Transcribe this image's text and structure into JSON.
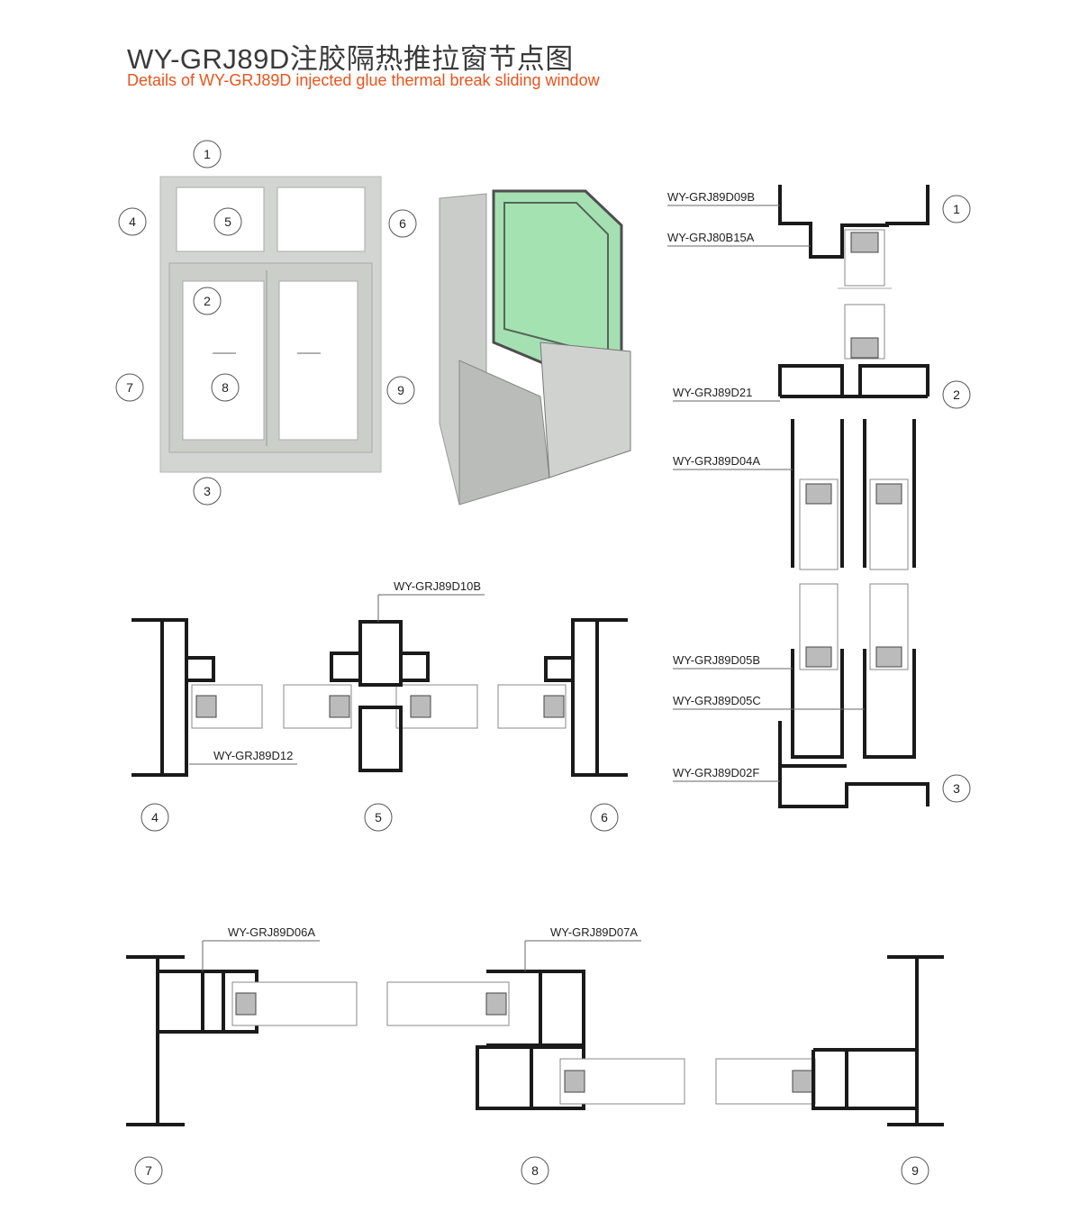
{
  "header": {
    "title": "WY-GRJ89D注胶隔热推拉窗节点图",
    "subtitle": "Details of WY-GRJ89D injected glue thermal break sliding window"
  },
  "colors": {
    "accent": "#e9541c",
    "glass": "#8fd9a0",
    "frame": "#d2d4d2"
  },
  "elevation": {
    "markers": [
      "1",
      "2",
      "3",
      "4",
      "5",
      "6",
      "7",
      "8",
      "9"
    ]
  },
  "vertical_section": {
    "markers": [
      "1",
      "2",
      "3"
    ],
    "labels": [
      "WY-GRJ89D09B",
      "WY-GRJ80B15A",
      "WY-GRJ89D21",
      "WY-GRJ89D04A",
      "WY-GRJ89D05B",
      "WY-GRJ89D05C",
      "WY-GRJ89D02F"
    ]
  },
  "transom_section": {
    "markers": [
      "4",
      "5",
      "6"
    ],
    "labels": [
      "WY-GRJ89D10B",
      "WY-GRJ89D12"
    ]
  },
  "sash_section": {
    "markers": [
      "7",
      "8",
      "9"
    ],
    "labels": [
      "WY-GRJ89D06A",
      "WY-GRJ89D07A"
    ]
  }
}
